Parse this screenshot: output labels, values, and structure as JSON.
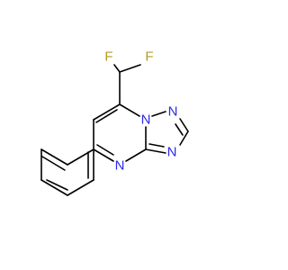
{
  "molecule": {
    "colors": {
      "bond": "#000000",
      "fluorine": "#b39b24",
      "nitrogen": "#2a2ae6",
      "background": "#ffffff"
    },
    "atoms": [
      {
        "id": "F1",
        "label": "F",
        "element": "F"
      },
      {
        "id": "F2",
        "label": "F",
        "element": "F"
      },
      {
        "id": "N1",
        "label": "N",
        "element": "N"
      },
      {
        "id": "N2",
        "label": "N",
        "element": "N"
      },
      {
        "id": "N3",
        "label": "N",
        "element": "N"
      },
      {
        "id": "N4",
        "label": "N",
        "element": "N"
      }
    ]
  }
}
